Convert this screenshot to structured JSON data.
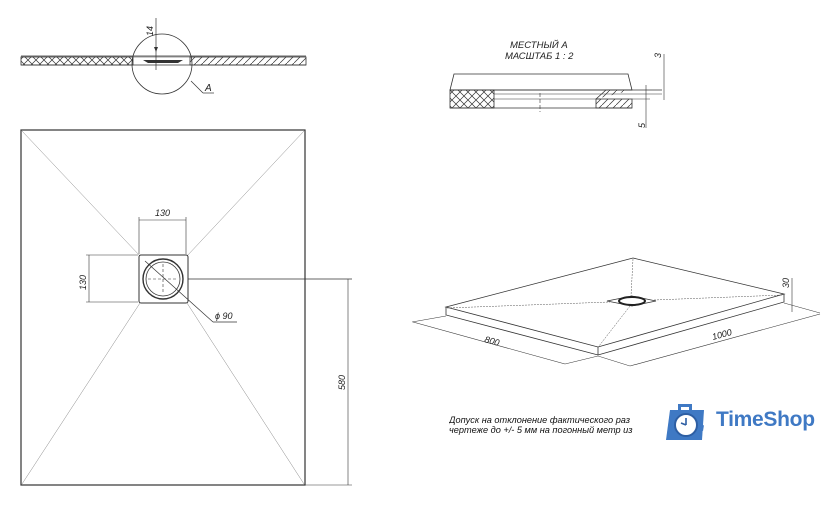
{
  "drawing": {
    "section_view": {
      "thickness_label": "14",
      "detail_marker": "A"
    },
    "detail_view": {
      "title_line1": "МЕСТНЫЙ А",
      "title_line2": "МАСШТАБ 1 : 2",
      "dim_top": "3",
      "dim_bottom": "5"
    },
    "plan_view": {
      "drain_width": "130",
      "drain_height": "130",
      "drain_diameter": "ϕ 90",
      "drain_offset": "580"
    },
    "iso_view": {
      "width_label": "800",
      "length_label": "1000",
      "height_label": "30"
    },
    "note": {
      "line1": "Допуск на отклонение фактического раз",
      "line2": "чертеже до +/- 5 мм на погонный метр из"
    }
  },
  "logo": {
    "text": "TimeShop",
    "color": "#3f79c4"
  }
}
